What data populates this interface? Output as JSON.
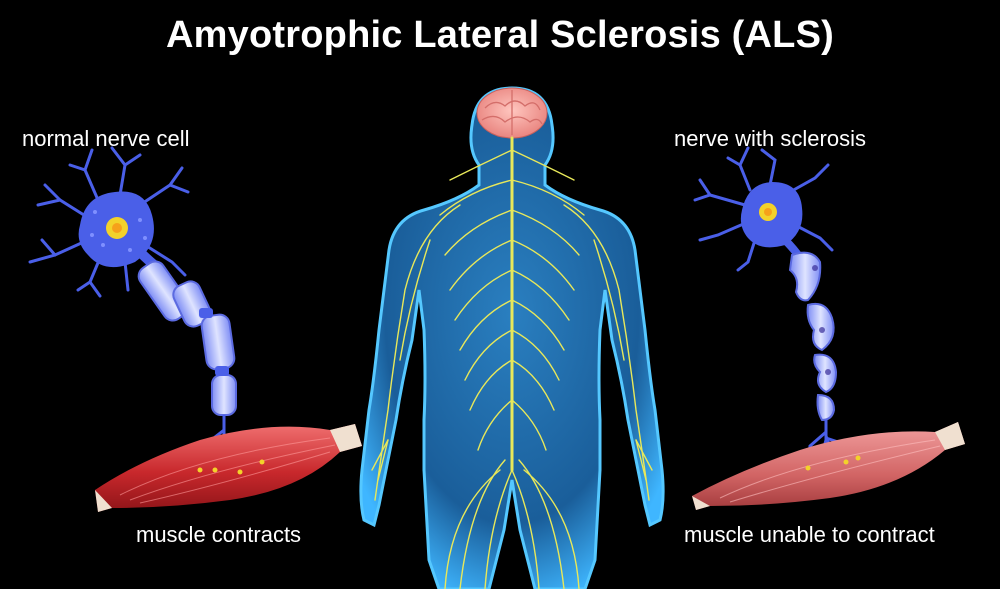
{
  "title": "Amyotrophic Lateral Sclerosis (ALS)",
  "labels": {
    "normal_nerve_cell": "normal nerve cell",
    "nerve_with_sclerosis": "nerve with sclerosis",
    "muscle_contracts": "muscle contracts",
    "muscle_unable": "muscle unable to contract"
  },
  "colors": {
    "background": "#000000",
    "neuron": "#4a5fe8",
    "body": "#2f9fe0",
    "nerves": "#e8e85a",
    "brain": "#f4a6a0",
    "muscle": "#d63a3a"
  }
}
